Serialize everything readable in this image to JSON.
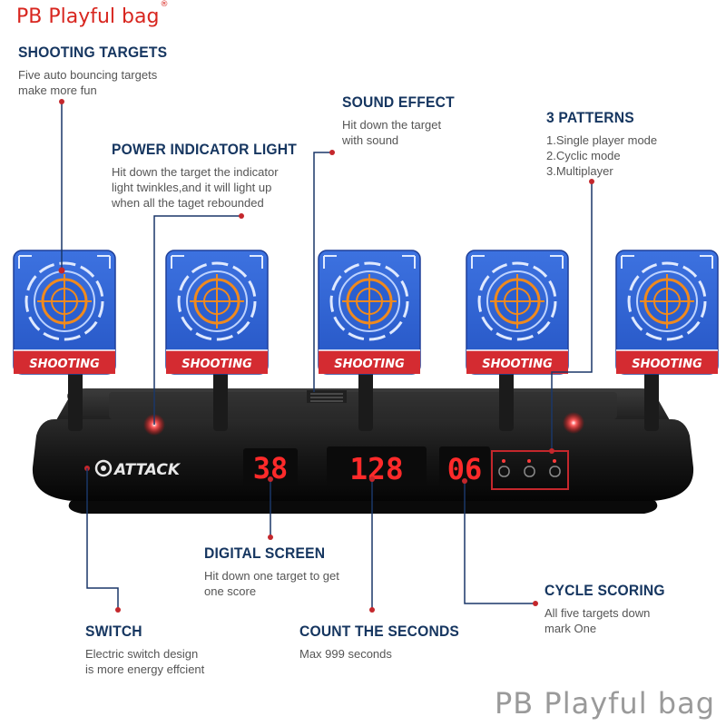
{
  "brand": {
    "name": "PB Playful bag",
    "registered": "®",
    "watermark": "PB Playful bag"
  },
  "features": [
    {
      "id": "shooting-targets",
      "title": "SHOOTING TARGETS",
      "desc": "Five auto bouncing targets\nmake more fun"
    },
    {
      "id": "power-indicator",
      "title": "POWER INDICATOR LIGHT",
      "desc": "Hit down the target the indicator\nlight twinkles,and it will light up\nwhen all the taget rebounded"
    },
    {
      "id": "sound-effect",
      "title": "SOUND EFFECT",
      "desc": "Hit down the target\nwith sound"
    },
    {
      "id": "patterns",
      "title": "3 PATTERNS",
      "desc": "1.Single player mode\n2.Cyclic mode\n3.Multiplayer"
    },
    {
      "id": "digital-screen",
      "title": "DIGITAL SCREEN",
      "desc": "Hit down one target to get\none score"
    },
    {
      "id": "cycle-scoring",
      "title": "CYCLE SCORING",
      "desc": "All five targets down\nmark One"
    },
    {
      "id": "switch",
      "title": "SWITCH",
      "desc": "Electric switch design\nis more energy effcient"
    },
    {
      "id": "count-seconds",
      "title": "COUNT THE SECONDS",
      "desc": "Max 999 seconds"
    }
  ],
  "device": {
    "logo": "ATTACK",
    "target_label": "SHOOTING",
    "displays": {
      "score": "38",
      "seconds": "128",
      "cycle": "06"
    }
  },
  "colors": {
    "callout": "#c4272c",
    "title": "#163660",
    "target_blue": "#2f63d3",
    "target_red": "#d42b31",
    "led": "#ff2a2a"
  }
}
